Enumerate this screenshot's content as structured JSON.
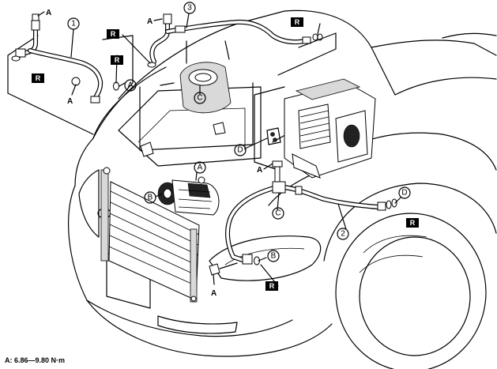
{
  "labels": {
    "item_1": "1",
    "item_2": "2",
    "item_3": "3",
    "callout_a": "A",
    "callout_b": "B",
    "callout_c": "C",
    "callout_d": "D",
    "bolt_a": "A",
    "replace": "R"
  },
  "torque_note": "A: 6.86—9.80 N·m"
}
